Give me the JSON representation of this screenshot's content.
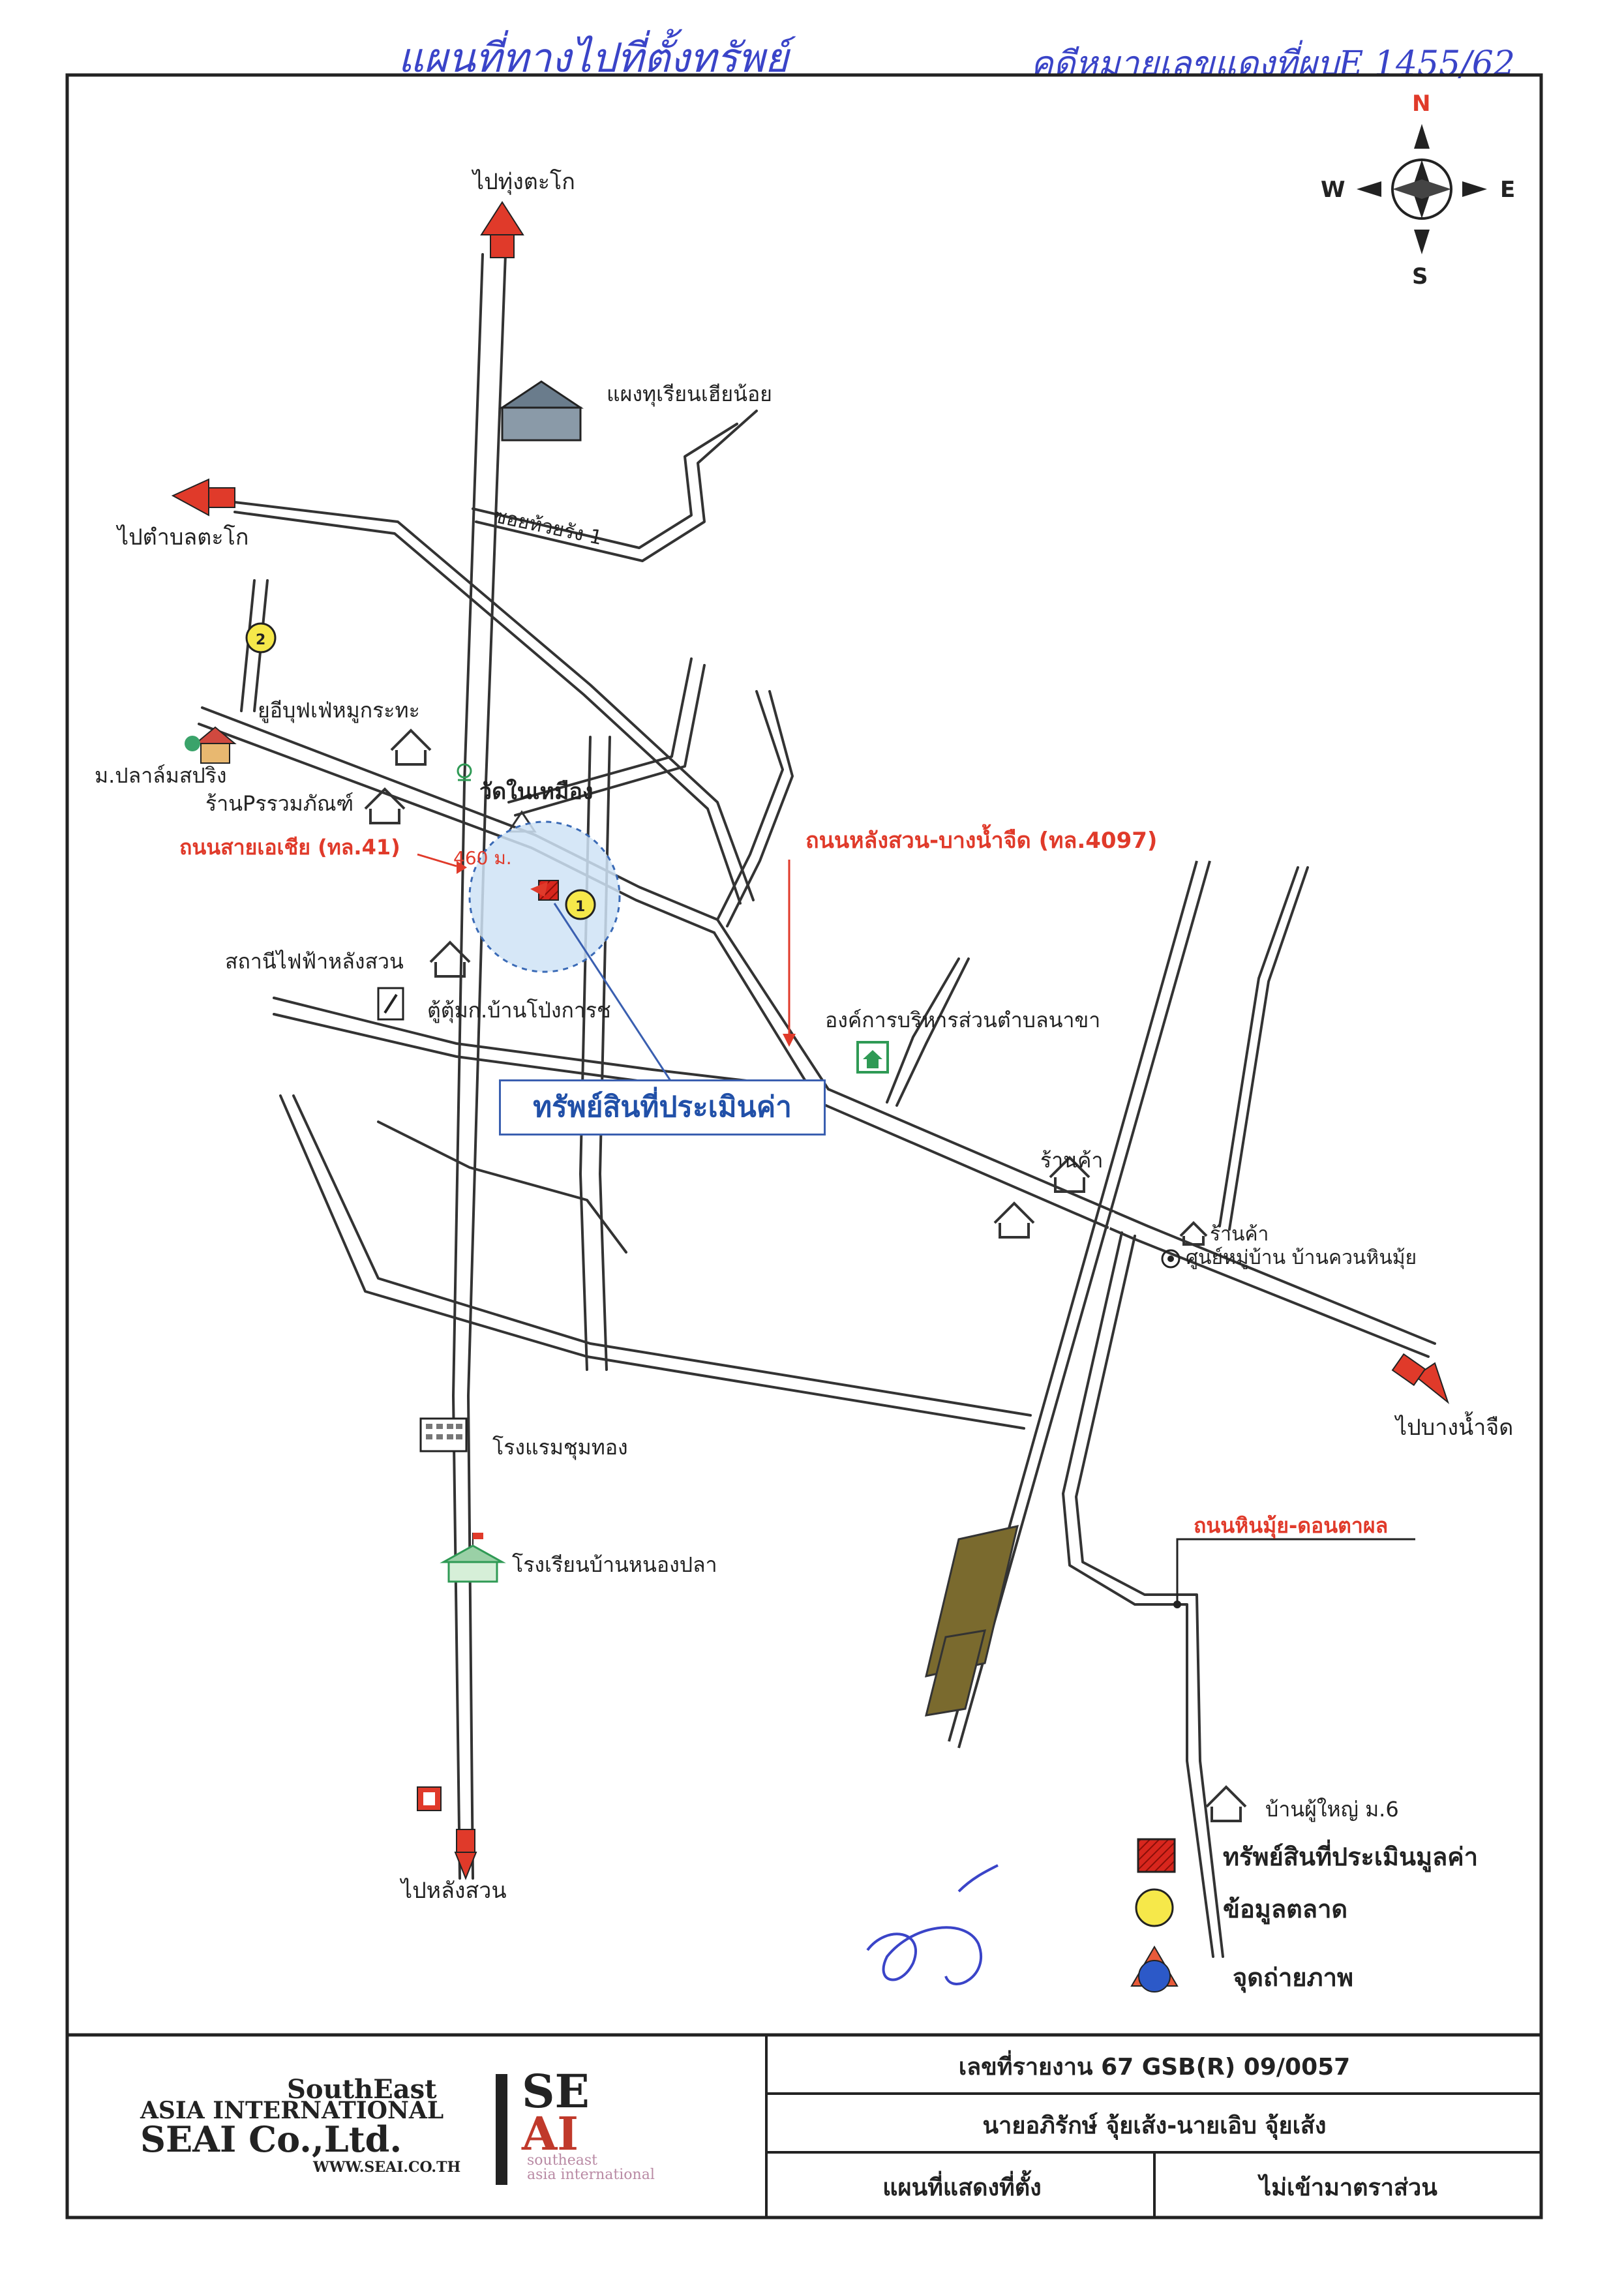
{
  "handwritten": {
    "title_left": "แผนที่ทางไปที่ตั้งทรัพย์",
    "title_right": "คดีหมายเลขแดงที่ผบE 1455/62",
    "signature": "ชไ"
  },
  "compass": {
    "n": "N",
    "s": "S",
    "e": "E",
    "w": "W"
  },
  "places": {
    "to_thung_tako": "ไปทุ่งตะโก",
    "to_tambon_tako": "ไปตำบลตะโก",
    "durian_stall": "แผงทุเรียนเฮียน้อย",
    "soi_huai_rang": "ซอยห้วยรัง 1",
    "buffet": "ยูอีบุฟเฟ่หมูกระทะ",
    "village_springs": "ม.ปลาล์มสปริง",
    "shop_porn": "ร้านPรรวมภัณฑ์",
    "temple": "วัดในเหมือง",
    "asia_road": "ถนนสายเอเชีย (ทล.41)",
    "distance": "460 ม.",
    "langsuan_road": "ถนนหลังสวน-บางน้ำจืด (ทล.4097)",
    "power_station": "สถานีไฟฟ้าหลังสวน",
    "mailbox": "ตู้ตุ้มก.บ้านโป่งการช",
    "tao": "องค์การบริหารส่วนตำบลนาขา",
    "property_box": "ทรัพย์สินที่ประเมินค่า",
    "shop1": "ร้านค้า",
    "shop2": "ร้านค้า",
    "community_center": "ศูนย์หมู่บ้าน บ้านควนหินมุ้ย",
    "to_bang_nam_chuet": "ไปบางน้ำจืด",
    "hotel": "โรงแรมชุมทอง",
    "school": "โรงเรียนบ้านหนองปลา",
    "hinmui_road": "ถนนหินมุ้ย-ดอนตาผล",
    "headman_house": "บ้านผู้ใหญ่ ม.6",
    "to_langsuan": "ไปหลังสวน",
    "marker_1": "1",
    "marker_2": "2"
  },
  "legend": {
    "items": [
      {
        "label": "ทรัพย์สินที่ประเมินมูลค่า"
      },
      {
        "label": "ข้อมูลตลาด"
      },
      {
        "label": "จุดถ่ายภาพ"
      }
    ]
  },
  "footer": {
    "company_line1": "SouthEast",
    "company_line2": "ASIA INTERNATIONAL",
    "company_line3": "SEAI Co.,Ltd.",
    "company_web": "WWW.SEAI.CO.TH",
    "logo_top": "SE",
    "logo_bottom": "AI",
    "logo_caption1": "southeast",
    "logo_caption2": "asia international",
    "report_no": "เลขที่รายงาน  67 GSB(R) 09/0057",
    "owner": "นายอภิรักษ์ จุ้ยเส้ง-นายเอิบ จุ้ยเส้ง",
    "doc_type": "แผนที่แสดงที่ตั้ง",
    "scale": "ไม่เข้ามาตราส่วน"
  },
  "colors": {
    "road": "#333333",
    "accent_red": "#e03a2a",
    "handwriting": "#3a44c8",
    "property_box": "#2150a8",
    "radius_fill": "#cfe3f6",
    "market_yellow": "#f6e84a"
  }
}
